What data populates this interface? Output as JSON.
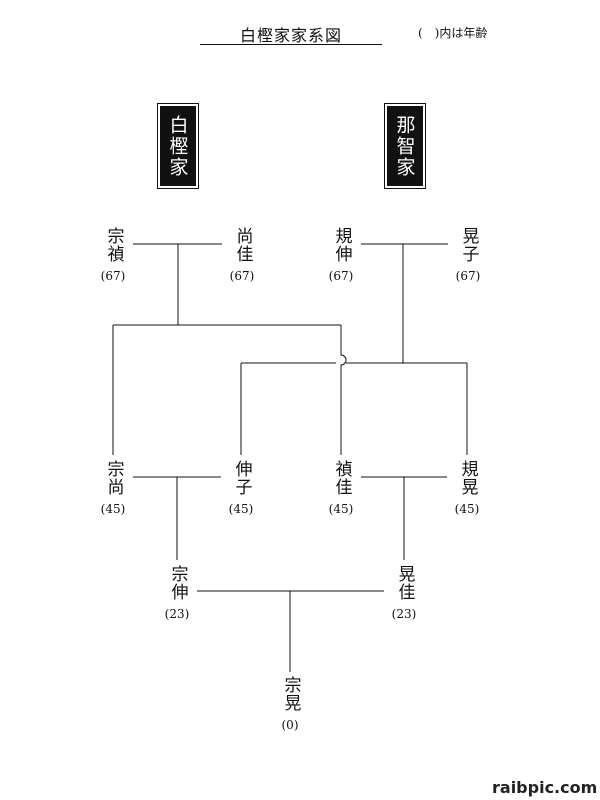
{
  "header": {
    "title": "白樫家家系図",
    "age_note": "(　)内は年齢"
  },
  "families": {
    "shiragashi": "白樫家",
    "nachi": "那智家"
  },
  "people": {
    "sosei": {
      "name": "宗禎",
      "age": "(67)"
    },
    "naoka": {
      "name": "尚佳",
      "age": "(67)"
    },
    "kishin": {
      "name": "規伸",
      "age": "(67)"
    },
    "akiko": {
      "name": "晃子",
      "age": "(67)"
    },
    "munenao": {
      "name": "宗尚",
      "age": "(45)"
    },
    "nobuko": {
      "name": "伸子",
      "age": "(45)"
    },
    "teika": {
      "name": "禎佳",
      "age": "(45)"
    },
    "kiko": {
      "name": "規晃",
      "age": "(45)"
    },
    "munenobu": {
      "name": "宗伸",
      "age": "(23)"
    },
    "akika": {
      "name": "晃佳",
      "age": "(23)"
    },
    "muneaki": {
      "name": "宗晃",
      "age": "(0)"
    }
  },
  "watermark": "raibpic.com"
}
